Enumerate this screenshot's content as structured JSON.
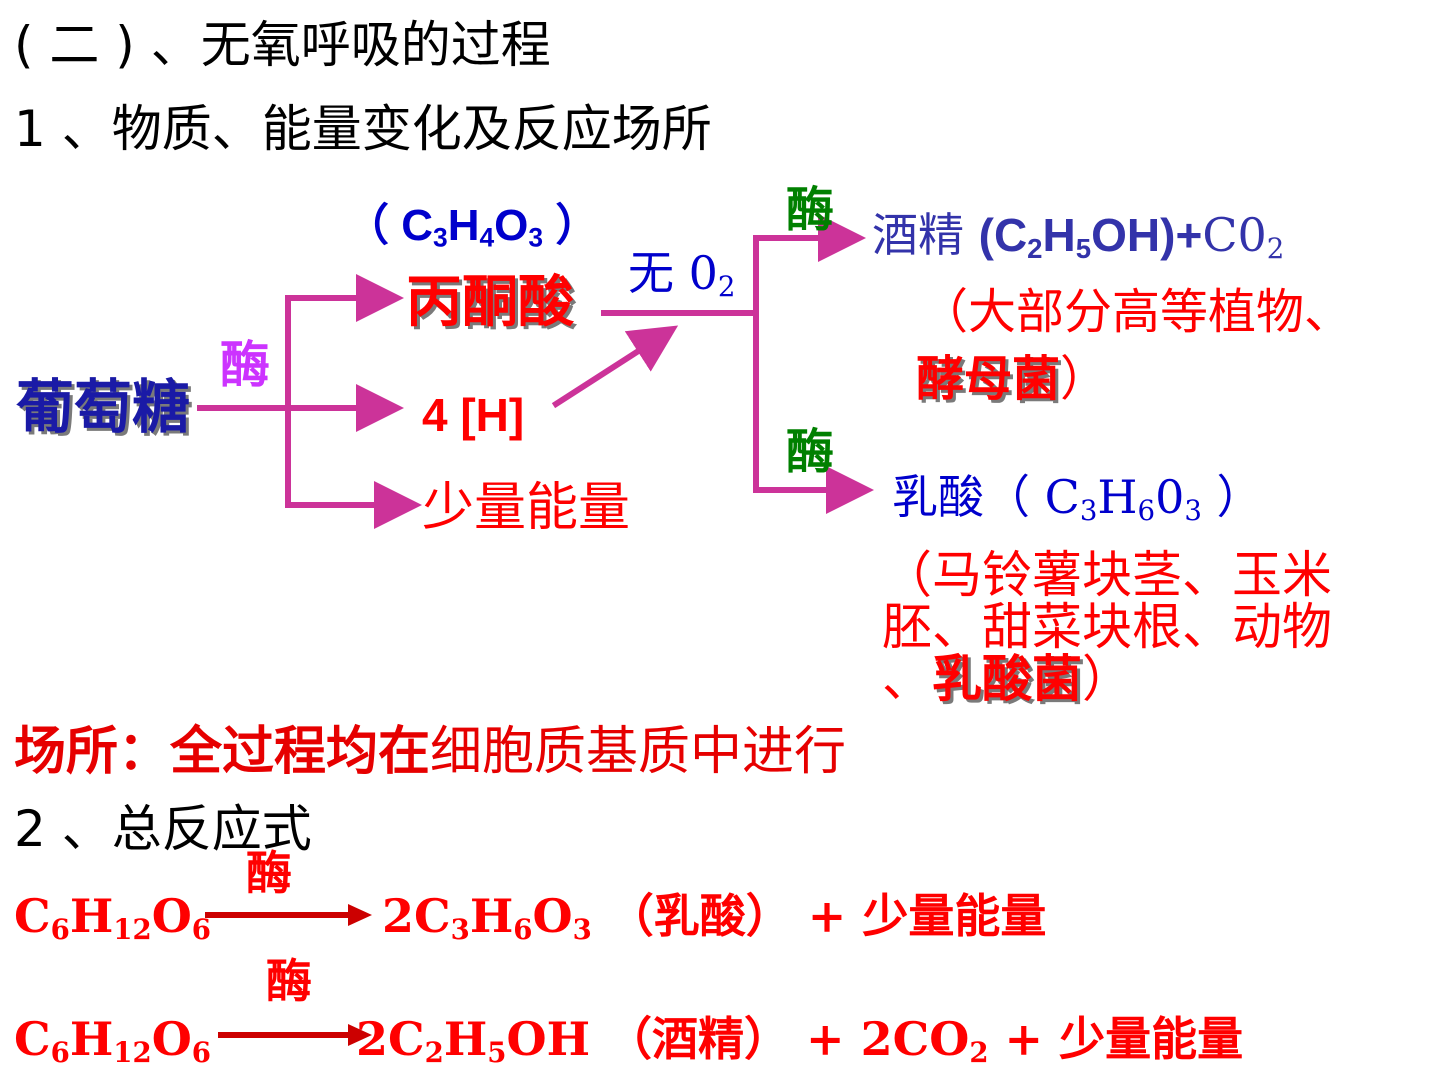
{
  "heading": {
    "title": "( 二 ) 、无氧呼吸的过程",
    "sub1": "1 、物质、能量变化及反应场所",
    "sub2": "2 、总反应式"
  },
  "diagram": {
    "glucose": "葡萄糖",
    "enzyme": "酶",
    "pyruvate_formula": {
      "open": "（ ",
      "c": "C",
      "c_n": "3",
      "h": "H",
      "h_n": "4",
      "o": "O",
      "o_n": "3",
      "close": " ）"
    },
    "pyruvate": "丙酮酸",
    "hydrogen": "4 [H]",
    "energy": "少量能量",
    "no_oxygen": {
      "label": "无 0",
      "sub": "2"
    },
    "alcohol": {
      "name": "酒精 ",
      "f1": "(C",
      "n1": "2",
      "f2": "H",
      "n2": "5",
      "f3": "OH)+",
      "f4": "C0",
      "n4": "2"
    },
    "alcohol_note_line1": "（大部分高等植物、",
    "alcohol_note_bold": "酵母菌",
    "alcohol_note_close": "）",
    "lactic": {
      "name": "乳酸（ ",
      "c": "C",
      "c_n": "3",
      "h": "H",
      "h_n": "6",
      "o": "0",
      "o_n": "3",
      "close": " ）"
    },
    "lactic_note_line1": "（马铃薯块茎、玉米",
    "lactic_note_line2": "胚、甜菜块根、动物",
    "lactic_note_line3_prefix": "、",
    "lactic_note_bold": "乳酸菌",
    "lactic_note_close": "）"
  },
  "location": {
    "bold": "场所：全过程均在",
    "normal": "细胞质基质中进行"
  },
  "equations": {
    "enzyme": "酶",
    "reactant": {
      "c": "C",
      "c_n": "6",
      "h": "H",
      "h_n": "12",
      "o": "O",
      "o_n": "6"
    },
    "eq1": {
      "p1": "2C",
      "n1": "3",
      "p2": "H",
      "n2": "6",
      "p3": "O",
      "n3": "3",
      "rest": " （乳酸） +  少量能量"
    },
    "eq2": {
      "p1": "2C",
      "n1": "2",
      "p2": "H",
      "n2": "5",
      "p3": "OH  （酒精）   + 2CO",
      "n3": "2",
      "rest": " +  少量能量"
    }
  }
}
